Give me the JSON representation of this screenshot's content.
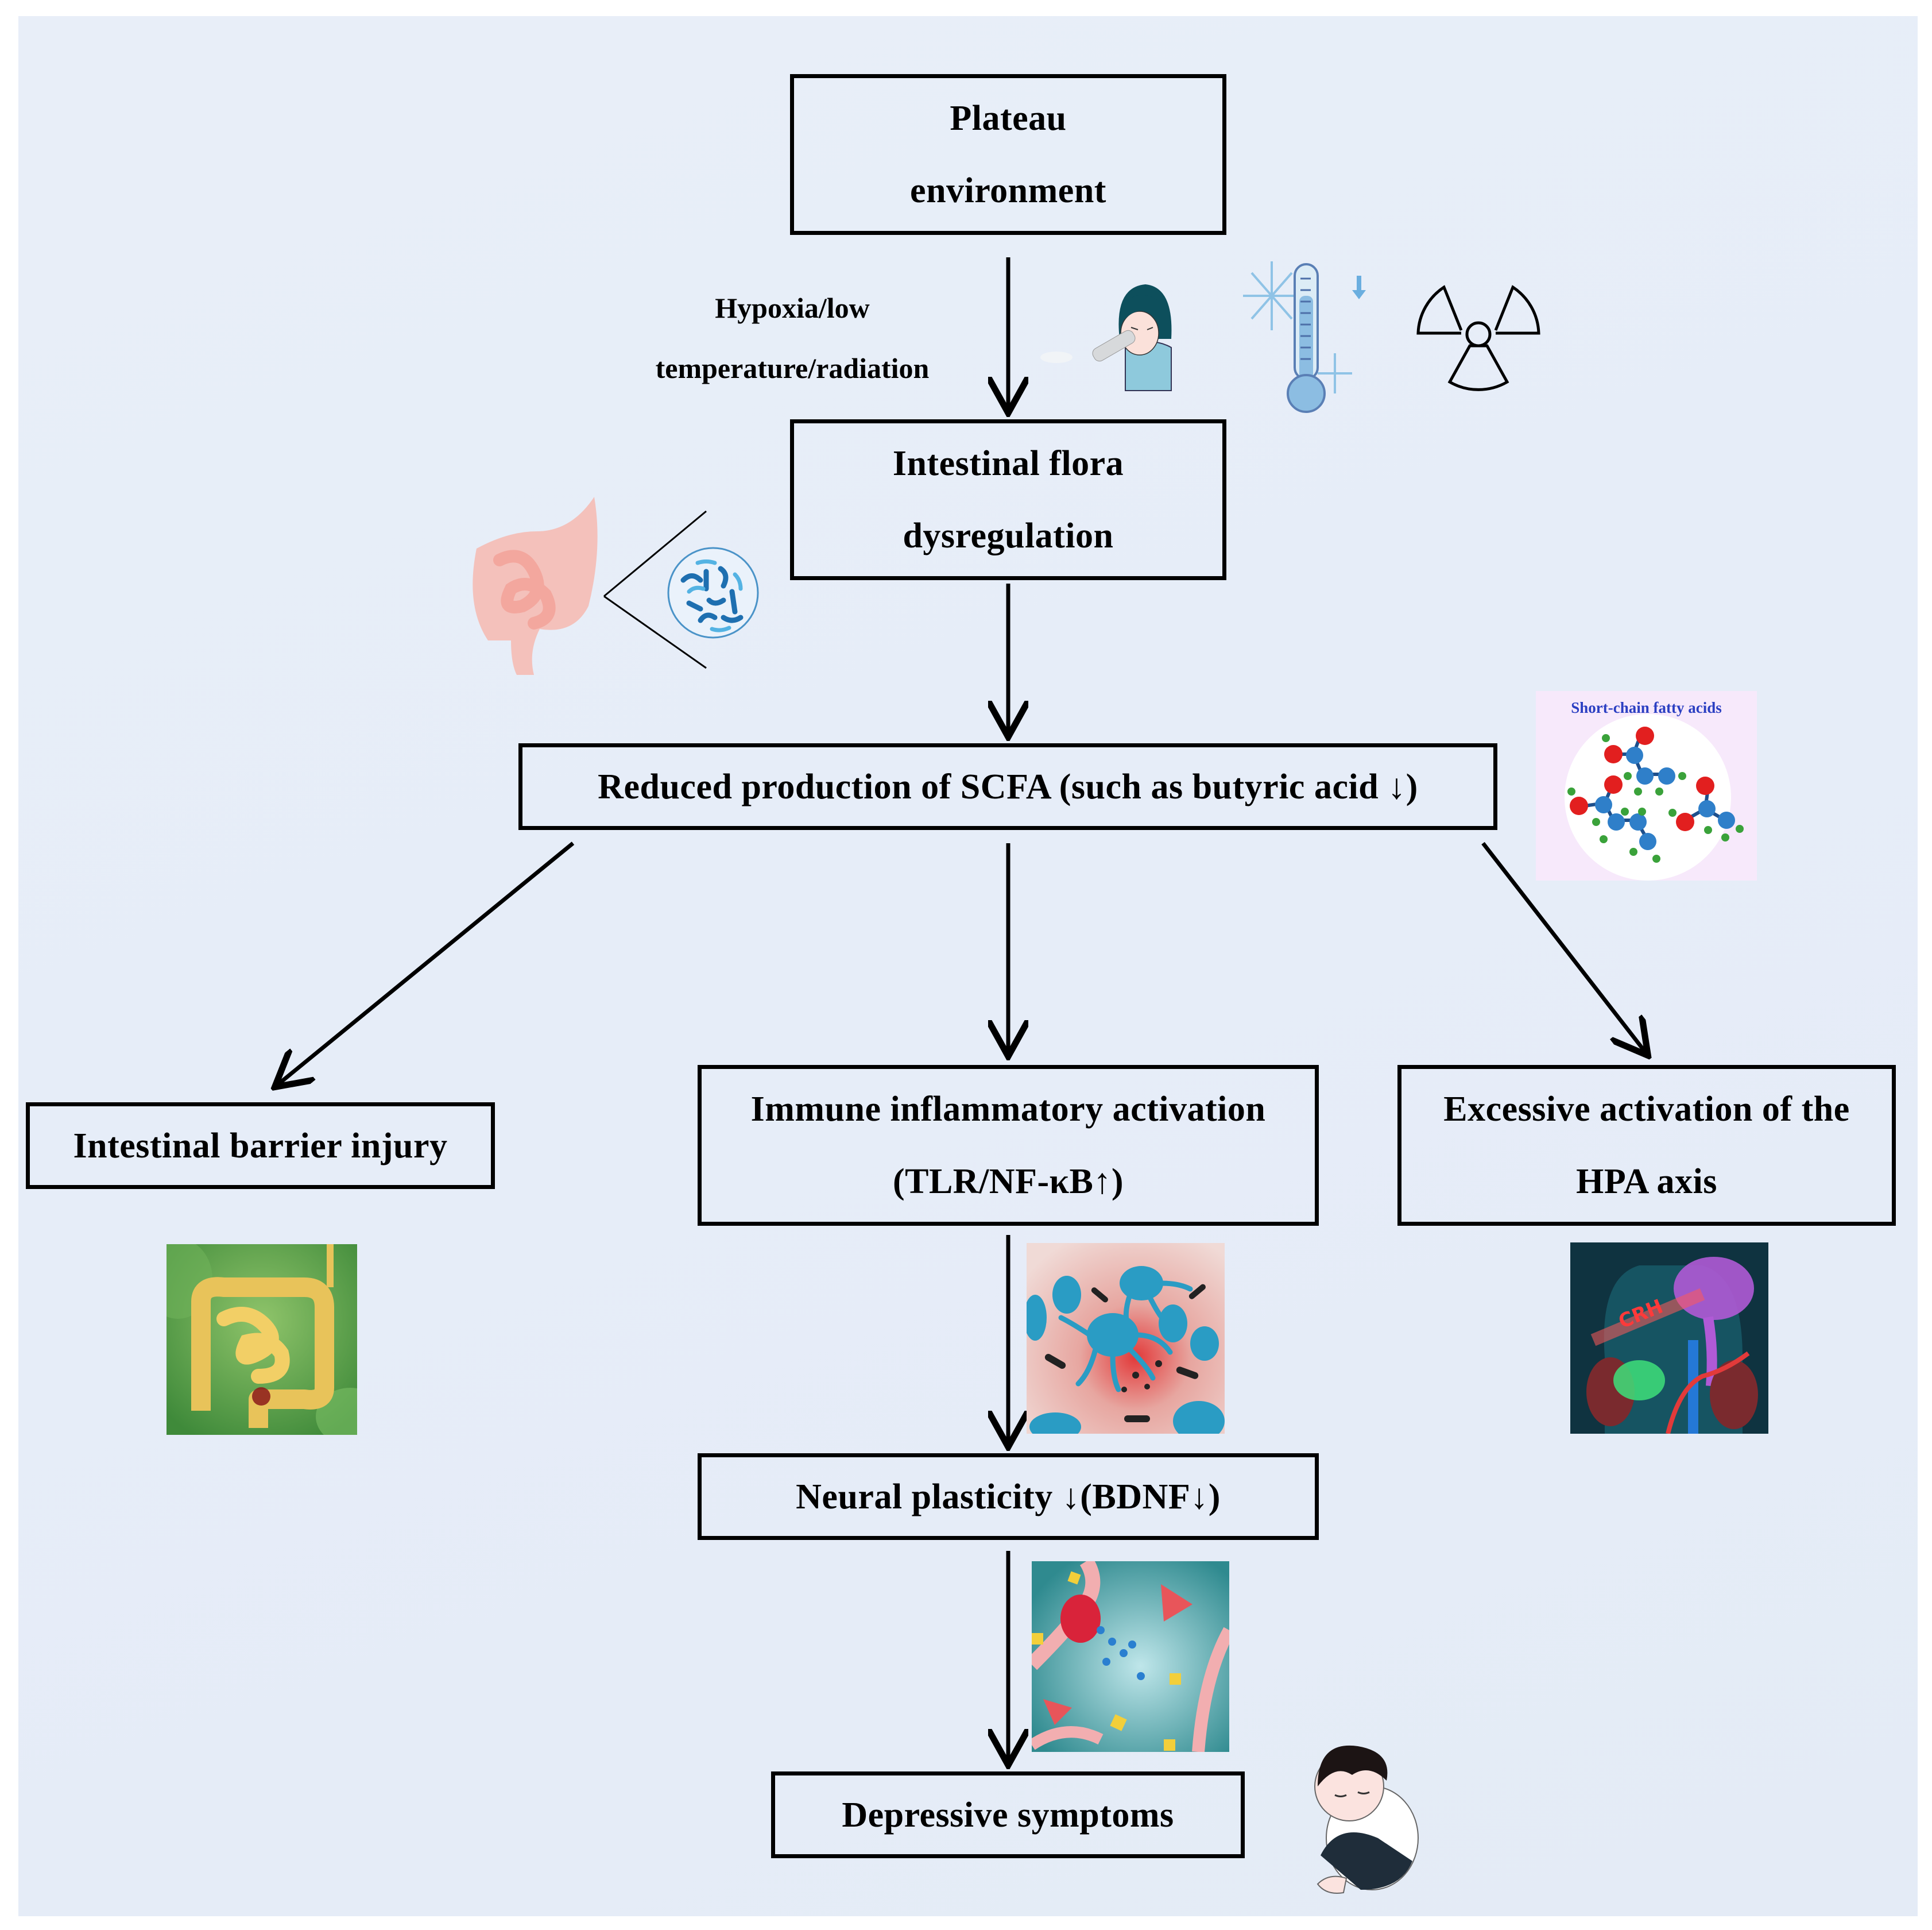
{
  "diagram": {
    "title": "Plateau environment, gut microbiota and depressive symptoms pathway",
    "nodes": {
      "plateau": {
        "lines": [
          "Plateau",
          "environment"
        ]
      },
      "flora": {
        "lines": [
          "Intestinal flora",
          "dysregulation"
        ]
      },
      "scfa": {
        "lines": [
          "Reduced production of SCFA (such as butyric acid ↓)"
        ]
      },
      "barrier": {
        "lines": [
          "Intestinal barrier injury"
        ]
      },
      "immune": {
        "lines": [
          "Immune inflammatory activation",
          "(TLR/NF-κB↑)"
        ]
      },
      "hpa": {
        "lines": [
          "Excessive activation of the",
          "HPA axis"
        ]
      },
      "neural": {
        "lines": [
          "Neural plasticity ↓(BDNF↓)"
        ]
      },
      "depressive": {
        "lines": [
          "Depressive symptoms"
        ]
      }
    },
    "edge_label": {
      "lines": [
        "Hypoxia/low",
        "temperature/radiation"
      ]
    },
    "edges": [
      {
        "from": "plateau",
        "to": "flora",
        "label": "Hypoxia/low temperature/radiation"
      },
      {
        "from": "flora",
        "to": "scfa"
      },
      {
        "from": "scfa",
        "to": "barrier"
      },
      {
        "from": "scfa",
        "to": "immune"
      },
      {
        "from": "scfa",
        "to": "hpa"
      },
      {
        "from": "immune",
        "to": "neural"
      },
      {
        "from": "neural",
        "to": "depressive"
      }
    ],
    "illustrations": {
      "hypoxia": "person-with-oxygen-inhaler-icon",
      "cold": "thermometer-snowflake-icon",
      "radiation": "radiation-symbol-icon",
      "gut": "intestine-icon",
      "microbes": "bacteria-circle-icon",
      "scfa_title": "Short-chain fatty acids",
      "barrier": "damaged-intestine-image",
      "immune": "immune-cells-bacteria-image",
      "hpa": "hpa-axis-crh-image",
      "hpa_label": "CRH",
      "neural": "neuron-synapse-image",
      "depressed": "sad-boy-hugging-knees-icon"
    },
    "colors": {
      "background": "#e7eef8",
      "border": "#000000",
      "scfa_title": "#2b3fc2",
      "oxygen": "#e21f1f",
      "carbon": "#2f7fc9",
      "hydrogen": "#3aa23a"
    }
  }
}
